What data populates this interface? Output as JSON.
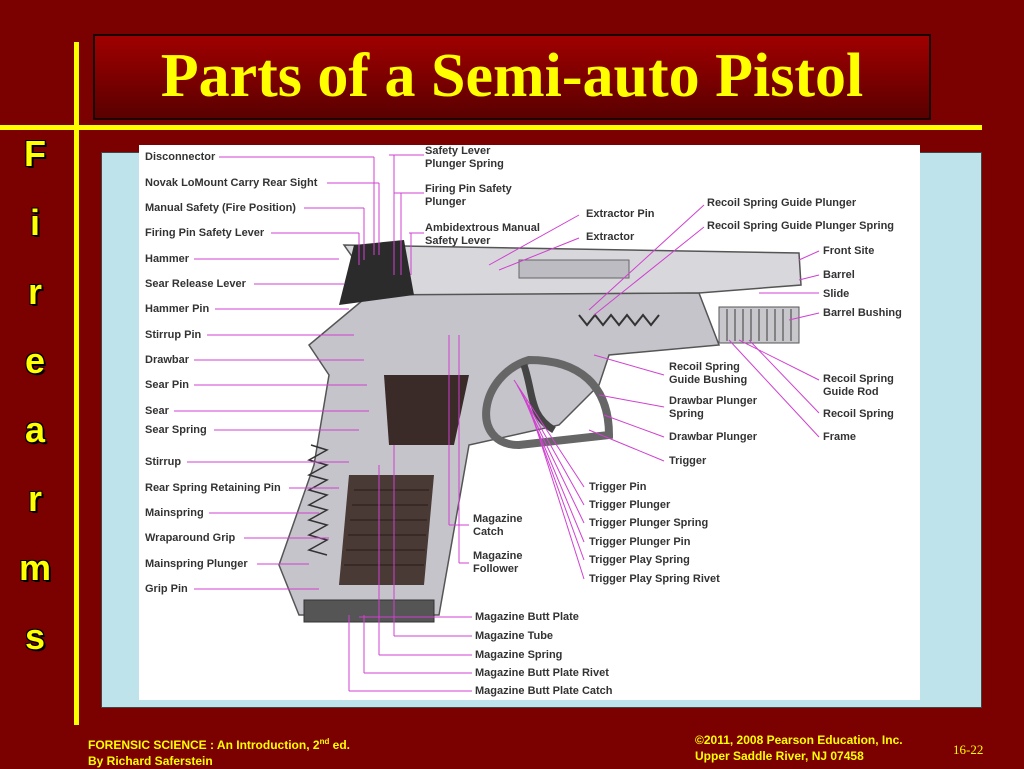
{
  "title": "Parts of a Semi-auto Pistol",
  "side_letters": [
    "F",
    "i",
    "r",
    "e",
    "a",
    "r",
    "m",
    "s"
  ],
  "diagram": {
    "left_labels": [
      "Disconnector",
      "Novak LoMount Carry Rear Sight",
      "Manual Safety (Fire Position)",
      "Firing Pin Safety Lever",
      "Hammer",
      "Sear Release Lever",
      "Hammer Pin",
      "Stirrup Pin",
      "Drawbar",
      "Sear Pin",
      "Sear",
      "Sear Spring",
      "Stirrup",
      "Rear Spring Retaining Pin",
      "Mainspring",
      "Wraparound Grip",
      "Mainspring Plunger",
      "Grip Pin"
    ],
    "top_labels": [
      "Safety Lever Plunger Spring",
      "Firing Pin Safety Plunger",
      "Ambidextrous Manual Safety Lever",
      "Extractor Pin",
      "Extractor",
      "Recoil Spring Guide Plunger",
      "Recoil Spring Guide Plunger Spring"
    ],
    "right_labels": [
      "Front Site",
      "Barrel",
      "Slide",
      "Barrel Bushing",
      "Recoil Spring Guide Rod",
      "Recoil Spring",
      "Frame"
    ],
    "middle_labels": [
      "Recoil Spring Guide Bushing",
      "Drawbar Plunger Spring",
      "Drawbar Plunger",
      "Trigger"
    ],
    "trigger_labels": [
      "Trigger Pin",
      "Trigger Plunger",
      "Trigger Plunger Spring",
      "Trigger Plunger Pin",
      "Trigger Play Spring",
      "Trigger Play Spring Rivet"
    ],
    "magazine_labels": [
      "Magazine Catch",
      "Magazine Follower"
    ],
    "bottom_labels": [
      "Magazine Butt Plate",
      "Magazine Tube",
      "Magazine Spring",
      "Magazine Butt Plate Rivet",
      "Magazine Butt Plate Catch"
    ]
  },
  "footer": {
    "left_line1": "FORENSIC SCIENCE : An Introduction, 2",
    "left_sup": "nd",
    "left_line1_end": " ed.",
    "left_line2": "By Richard Saferstein",
    "right_line1": "©2011, 2008 Pearson Education, Inc.",
    "right_line2": "Upper Saddle River, NJ 07458",
    "page": "16-22"
  },
  "colors": {
    "background": "#7b0000",
    "accent": "#ffff00",
    "leader_lines": "#d040d0",
    "panel": "#bfe3ea"
  }
}
